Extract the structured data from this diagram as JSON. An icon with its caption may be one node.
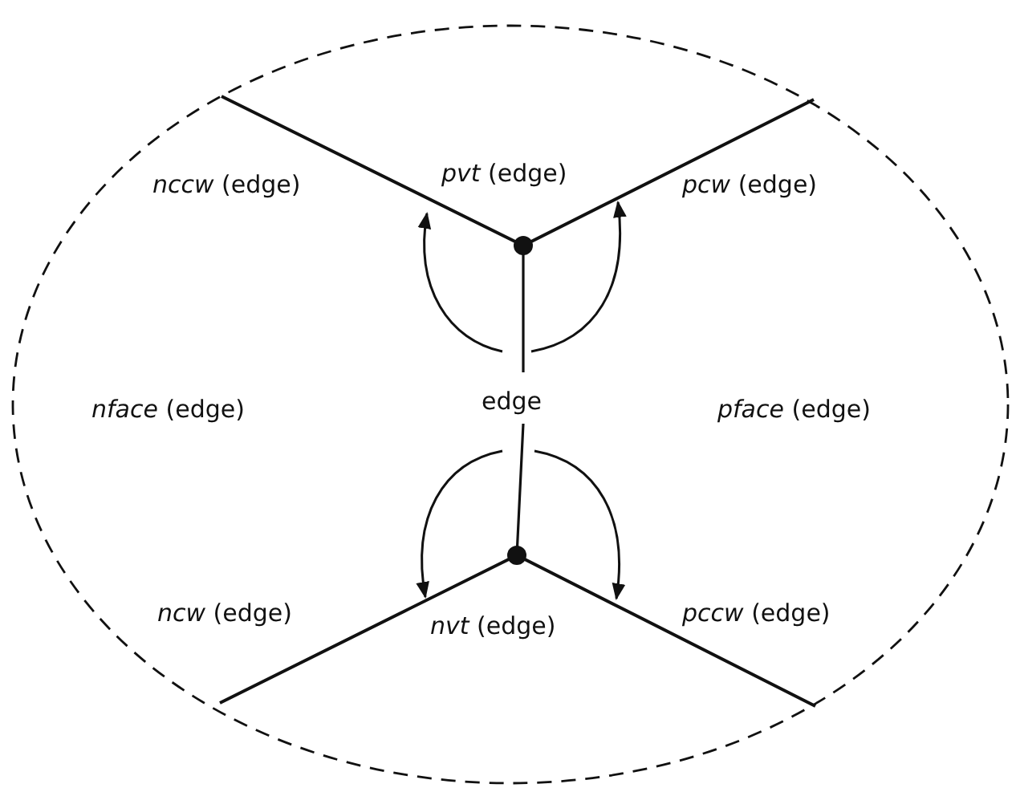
{
  "diagram": {
    "labels": [
      "*nccw* (edge)",
      "*pvt* (edge)",
      "*pcw* (edge)",
      "*nface* (edge)",
      "edge",
      "*pface* (edge)",
      "*ncw* (edge)",
      "*nvt* (edge)",
      "*pccw* (edge)"
    ]
  }
}
